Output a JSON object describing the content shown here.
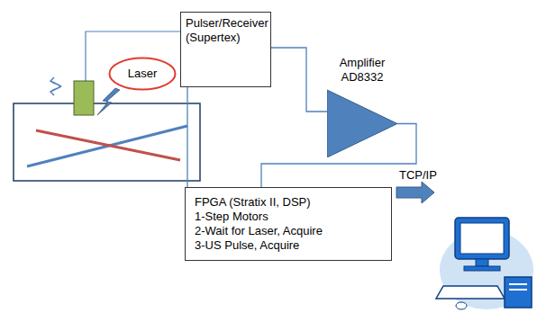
{
  "diagram": {
    "nodes": [
      {
        "text": [
          "Laser"
        ]
      },
      {
        "text": [
          "Pulser/Receiver (Supertex)"
        ]
      },
      {
        "text": [
          "Amplifier AD8332"
        ]
      },
      {
        "text": [
          "FPGA (Stratix II, DSP)",
          "1-Step Motors",
          "2-Wait for Laser, Acquire",
          "3-US Pulse, Acquire"
        ]
      }
    ],
    "edges": [
      {
        "from": 1,
        "to": 2,
        "arrow": "none"
      },
      {
        "from": 2,
        "to": 3,
        "arrow": "none"
      },
      {
        "from": 1,
        "to": 3,
        "arrow": "none"
      }
    ],
    "labels": [
      "TCP/IP"
    ]
  }
}
